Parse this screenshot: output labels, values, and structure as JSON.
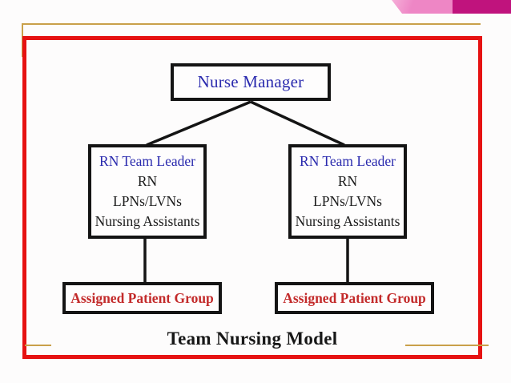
{
  "slide": {
    "title": "Team Nursing Model",
    "diagram": {
      "root": {
        "label": "Nurse Manager"
      },
      "team_leaders": [
        {
          "heading": "RN Team Leader",
          "members": [
            "RN",
            "LPNs/LVNs",
            "Nursing Assistants"
          ]
        },
        {
          "heading": "RN Team Leader",
          "members": [
            "RN",
            "LPNs/LVNs",
            "Nursing Assistants"
          ]
        }
      ],
      "patient_groups": [
        {
          "label": "Assigned Patient Group"
        },
        {
          "label": "Assigned Patient Group"
        }
      ]
    },
    "colors": {
      "accent_pink_light": "#ee86c5",
      "accent_pink_dark": "#c0137d",
      "gold_line": "#c9a04a",
      "frame_red": "#e61212",
      "heading_blue": "#2a2aae",
      "group_red": "#c32b2b",
      "text_black": "#1b1b1b"
    }
  }
}
